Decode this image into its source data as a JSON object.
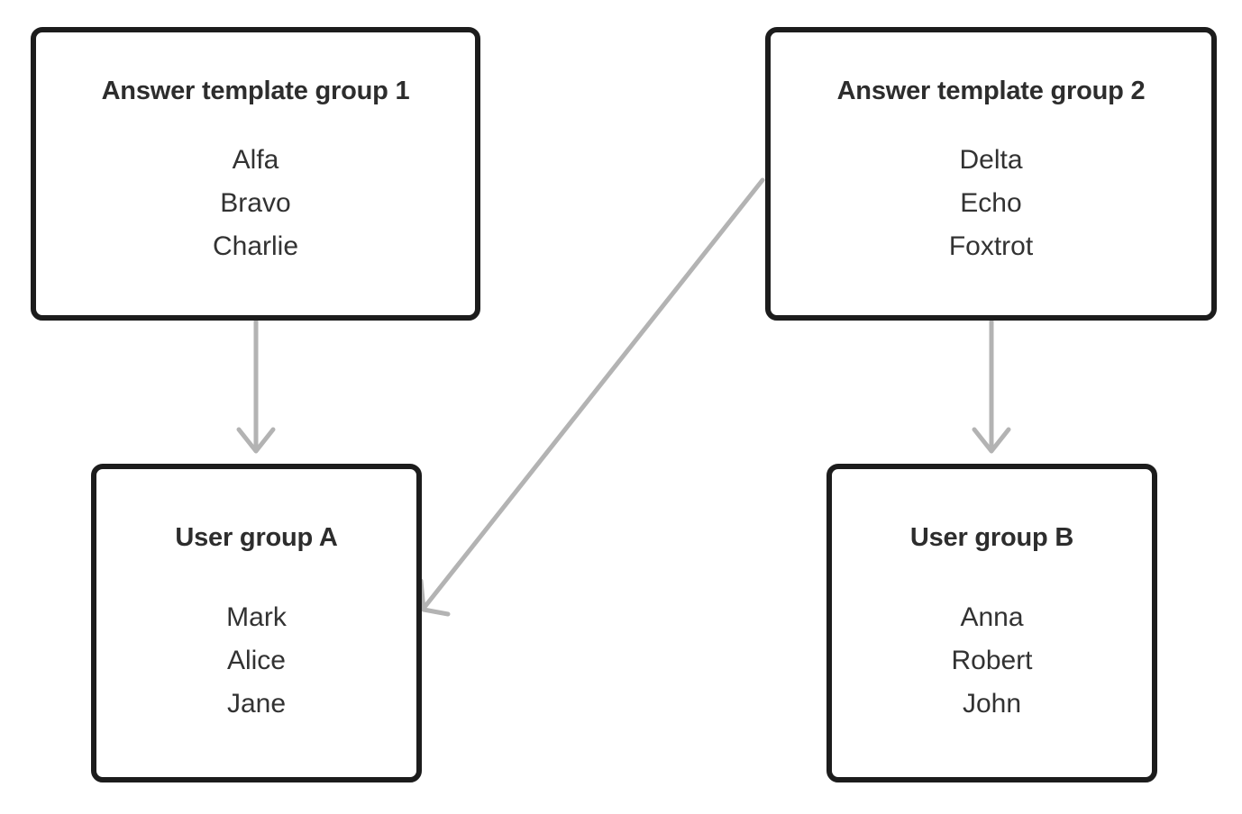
{
  "diagram": {
    "type": "flow-diagram",
    "background_color": "#ffffff",
    "node_border_color": "#1c1c1c",
    "node_text_color": "#2d2d2d",
    "edge_color": "#b3b3b3",
    "nodes": [
      {
        "id": "template-group-1",
        "title": "Answer template group 1",
        "items": [
          "Alfa",
          "Bravo",
          "Charlie"
        ]
      },
      {
        "id": "template-group-2",
        "title": "Answer template group 2",
        "items": [
          "Delta",
          "Echo",
          "Foxtrot"
        ]
      },
      {
        "id": "user-group-a",
        "title": "User group A",
        "items": [
          "Mark",
          "Alice",
          "Jane"
        ]
      },
      {
        "id": "user-group-b",
        "title": "User group B",
        "items": [
          "Anna",
          "Robert",
          "John"
        ]
      }
    ],
    "edges": [
      {
        "id": "edge-1",
        "from": "template-group-1",
        "to": "user-group-a",
        "style": "straight-vertical"
      },
      {
        "id": "edge-2",
        "from": "template-group-2",
        "to": "user-group-b",
        "style": "straight-vertical"
      },
      {
        "id": "edge-3",
        "from": "template-group-2",
        "to": "user-group-a",
        "style": "straight-diagonal"
      }
    ]
  }
}
